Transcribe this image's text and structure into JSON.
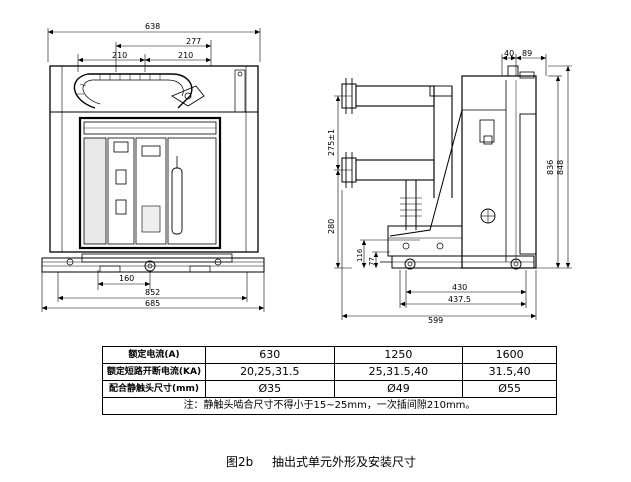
{
  "front_view": {
    "dims": {
      "overall_top": "638",
      "d210_left": "210",
      "d277": "277",
      "d210_right": "210",
      "d160": "160",
      "d852": "852",
      "d685": "685"
    }
  },
  "side_view": {
    "dims": {
      "d40": "40",
      "d89": "89",
      "d275": "275±1",
      "d280": "280",
      "d116": "116",
      "d77": "77",
      "d836": "836",
      "d848": "848",
      "d430": "430",
      "d437": "437.5",
      "d599": "599"
    }
  },
  "table": {
    "rows": [
      {
        "label": "额定电流(A)",
        "c1": "630",
        "c2": "1250",
        "c3": "1600"
      },
      {
        "label": "额定短路开断电流(KA)",
        "c1": "20,25,31.5",
        "c2": "25,31.5,40",
        "c3": "31.5,40"
      },
      {
        "label": "配合静触头尺寸(mm)",
        "c1": "Ø35",
        "c2": "Ø49",
        "c3": "Ø55"
      }
    ],
    "note": "注：静触头啮合尺寸不得小于15~25mm，一次插间隙210mm。"
  },
  "caption": {
    "fig": "图2b",
    "title": "抽出式单元外形及安装尺寸"
  }
}
